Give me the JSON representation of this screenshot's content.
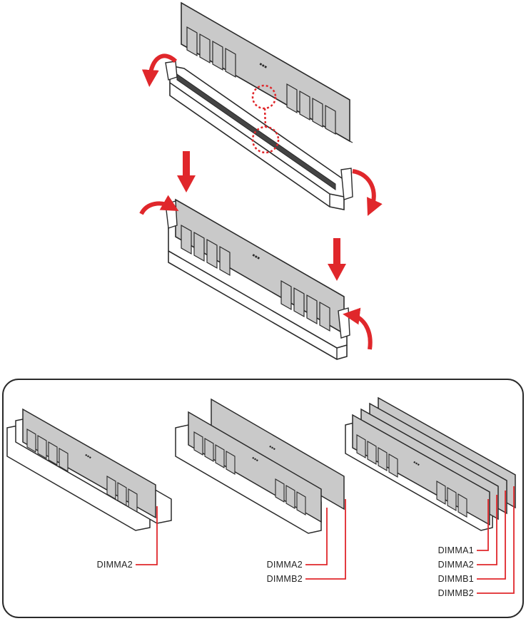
{
  "panel": {
    "configs": [
      {
        "labels": [
          "DIMMA2"
        ]
      },
      {
        "labels": [
          "DIMMA2",
          "DIMMB2"
        ]
      },
      {
        "labels": [
          "DIMMA1",
          "DIMMA2",
          "DIMMB1",
          "DIMMB2"
        ]
      }
    ]
  },
  "colors": {
    "accent_red": "#e0272b",
    "module_fill": "#c9c9c9",
    "outline": "#2a2a2a",
    "slot_fill": "#ffffff"
  }
}
